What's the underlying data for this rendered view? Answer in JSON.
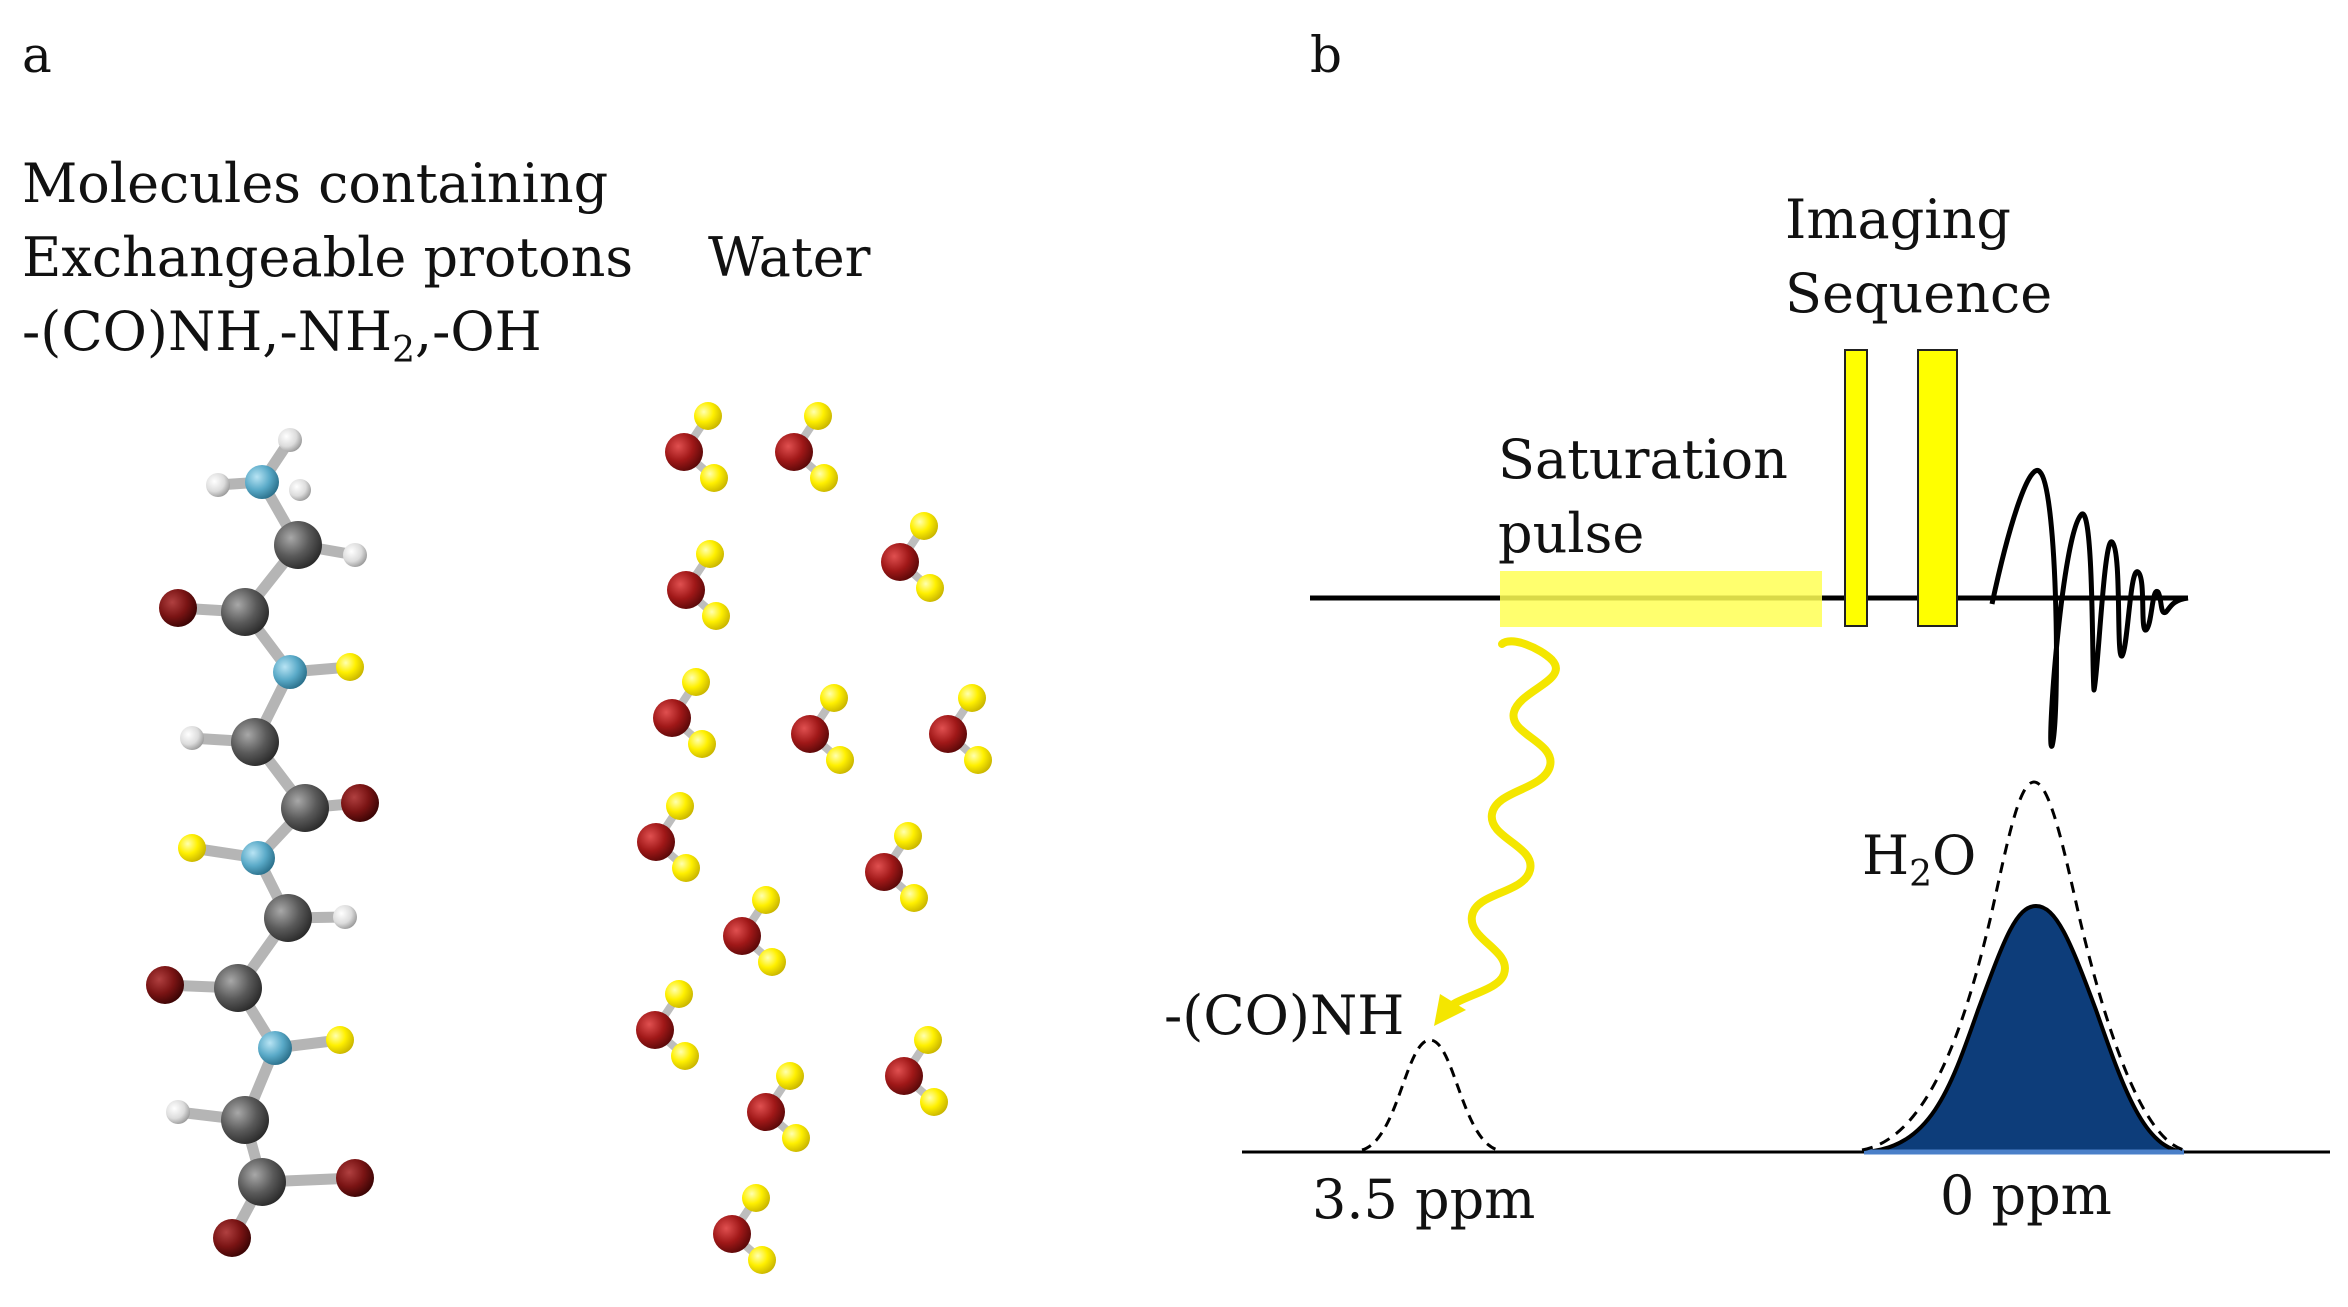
{
  "panel_a": {
    "label": "a",
    "molecule_title_line1": "Molecules containing",
    "molecule_title_line2": "Exchangeable protons",
    "molecule_groups": {
      "prefix": "-(CO)NH,-NH",
      "subscript": "2",
      "suffix": ",-OH"
    },
    "water_title": "Water"
  },
  "panel_b": {
    "label": "b",
    "imaging_line1": "Imaging",
    "imaging_line2": "Sequence",
    "saturation_line1": "Saturation",
    "saturation_line2": "pulse",
    "water_peak": {
      "prefix": "H",
      "subscript": "2",
      "suffix": "O"
    },
    "amide_peak_label": "-(CO)NH",
    "amide_ppm": "3.5 ppm",
    "water_ppm": "0 ppm"
  },
  "colors": {
    "saturation_highlight": "#ffff66",
    "rf_pulse_fill": "#ffff00",
    "water_peak_fill": "#0d3d7a",
    "oxygen": "#8b1515",
    "hydrogen_exchangeable": "#ffee00",
    "hydrogen": "#dddddd",
    "nitrogen": "#5aaac8",
    "carbon": "#555555"
  },
  "icons": {
    "transfer_arrow": "wavy-arrow-icon",
    "water_molecule": "water-molecule-icon"
  }
}
